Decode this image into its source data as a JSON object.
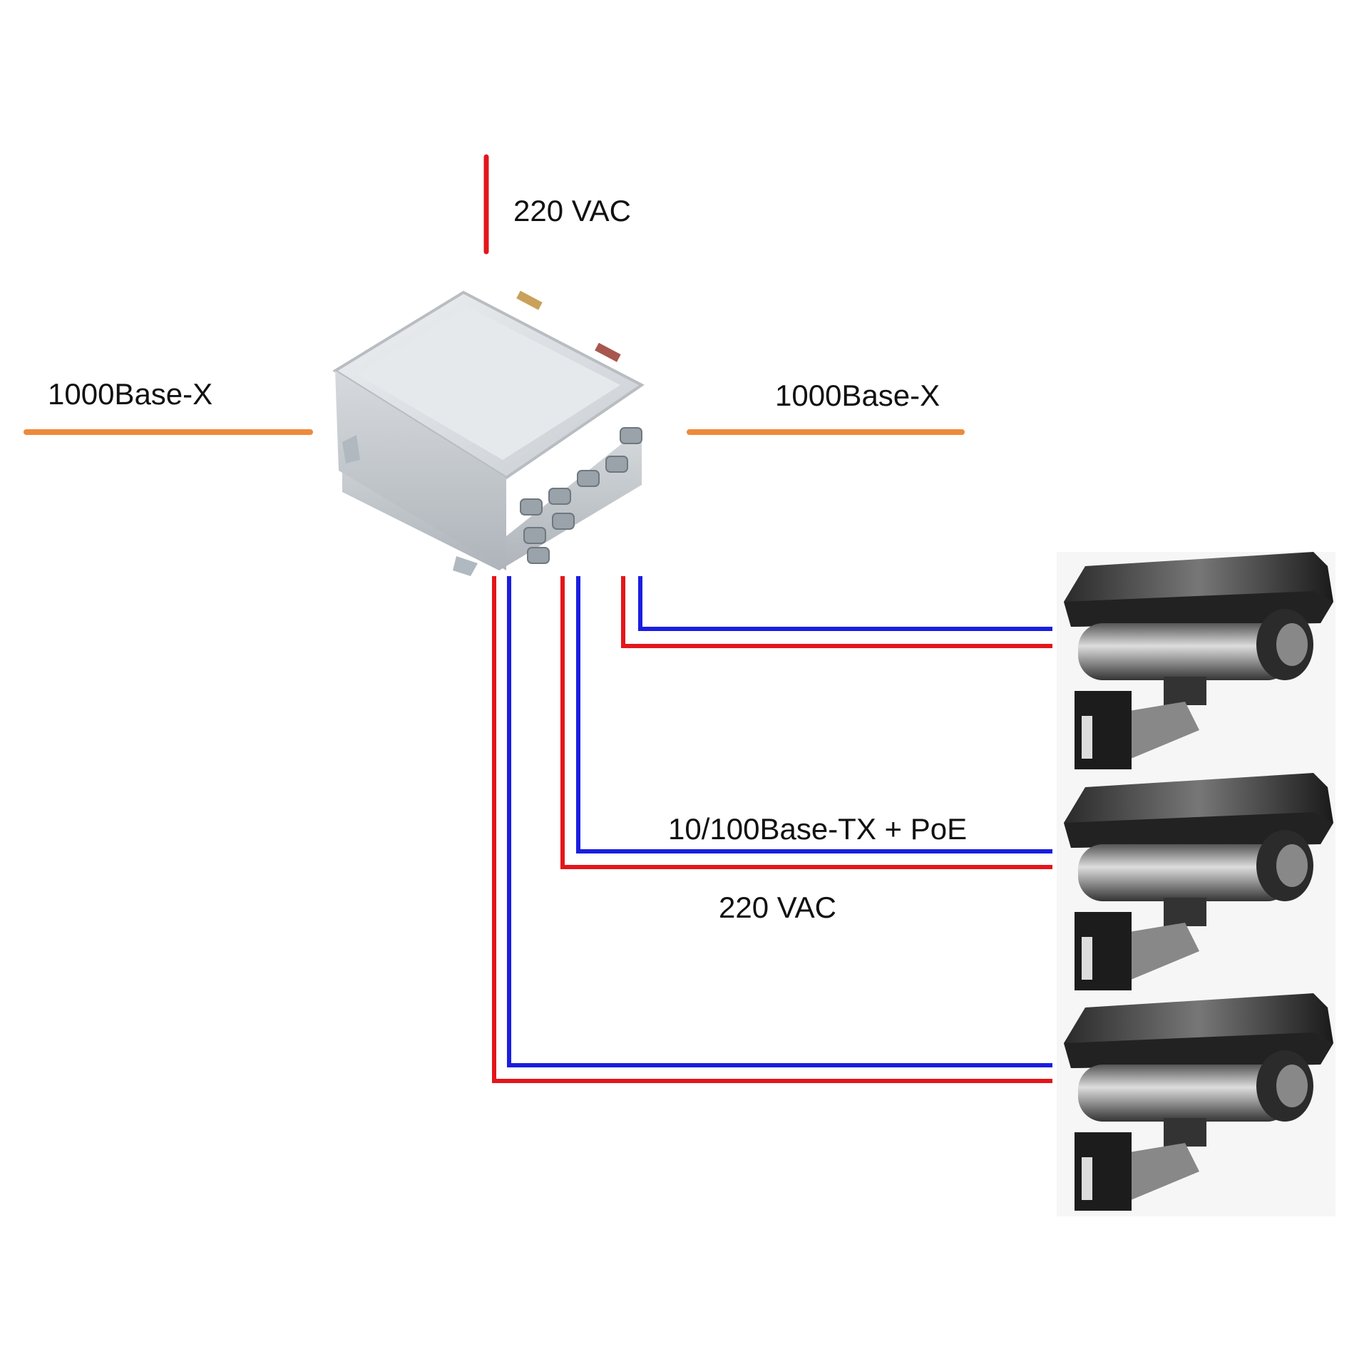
{
  "labels": {
    "power_top": "220 VAC",
    "uplink_left": "1000Base-X",
    "uplink_right": "1000Base-X",
    "camera_link": "10/100Base-TX + PoE",
    "camera_power": "220 VAC"
  },
  "colors": {
    "power": "#e3161b",
    "data": "#1a1ee0",
    "fiber": "#ee8a3a"
  },
  "devices": {
    "switch": "explosion-proof-enclosure-switch",
    "cameras": [
      "camera-1",
      "camera-2",
      "camera-3"
    ]
  }
}
